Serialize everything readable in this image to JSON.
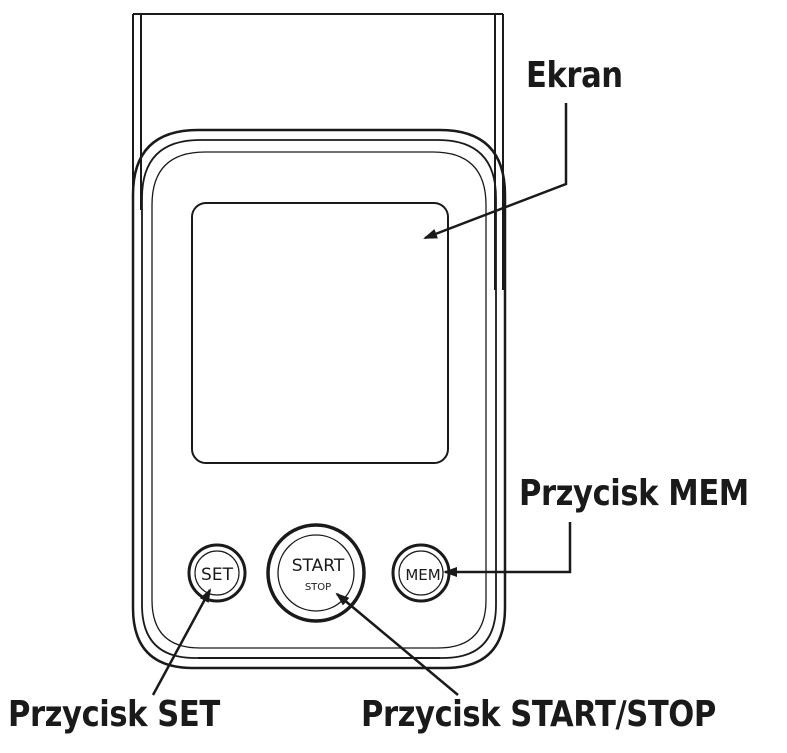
{
  "callouts": {
    "screen": "Ekran",
    "mem_button": "Przycisk MEM",
    "set_button": "Przycisk SET",
    "start_stop_button": "Przycisk START/STOP"
  },
  "device": {
    "set_label": "SET",
    "start_label": "START",
    "stop_label": "STOP",
    "mem_label": "MEM"
  },
  "colors": {
    "outline": "#1a1a1a",
    "background": "#ffffff"
  }
}
